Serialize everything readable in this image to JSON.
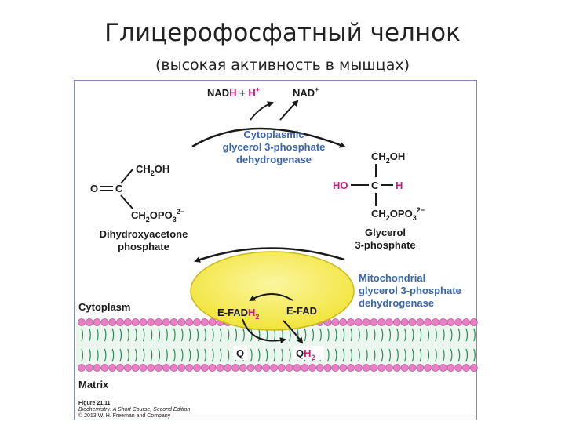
{
  "slide": {
    "title": "Глицерофосфатный челнок",
    "subtitle": "(высокая активность в мышцах)"
  },
  "figure": {
    "top": {
      "nad": "NAD",
      "h1": "H",
      "plus": " + ",
      "h2": "H",
      "plus_sup": "+",
      "nadplus": "NAD",
      "nadplus_sup": "+"
    },
    "cyto_enzyme": [
      "Cytoplasmic",
      "glycerol 3-phosphate",
      "dehydrogenase"
    ],
    "dhap": {
      "ch2oh": "CH",
      "ch2oh_sub": "2",
      "ch2oh_tail": "OH",
      "o_c": "O",
      "c": "C",
      "phos": "CH",
      "phos_sub": "2",
      "phos_tail": "OPO",
      "phos_sub2": "3",
      "phos_charge": "2−",
      "name": [
        "Dihydroxyacetone",
        "phosphate"
      ]
    },
    "g3p": {
      "ch2oh": "CH",
      "ch2oh_sub": "2",
      "ch2oh_tail": "OH",
      "ho": "HO",
      "c": "C",
      "h": "H",
      "phos": "CH",
      "phos_sub": "2",
      "phos_tail": "OPO",
      "phos_sub2": "3",
      "phos_charge": "2−",
      "name": [
        "Glycerol",
        "3-phosphate"
      ]
    },
    "mito_enzyme": [
      "Mitochondrial",
      "glycerol 3-phosphate",
      "dehydrogenase"
    ],
    "efadh2": {
      "base": "E-FAD",
      "h": "H",
      "sub": "2"
    },
    "efad": "E-FAD",
    "q": "Q",
    "qh2": {
      "base": "Q",
      "h": "H",
      "sub": "2"
    },
    "cytoplasm_label": "Cytoplasm",
    "matrix_label": "Matrix",
    "caption": {
      "figure": "Figure 21.11",
      "book": "Biochemistry: A Short Course, Second Edition",
      "copyright": "© 2013 W. H. Freeman and Company"
    }
  },
  "colors": {
    "magenta": "#d8187a",
    "blue": "#3a66b0",
    "enzyme_yellow": "#f7ee5a",
    "bead_pink": "#e87fc4",
    "tail_green": "#2e8b57"
  }
}
